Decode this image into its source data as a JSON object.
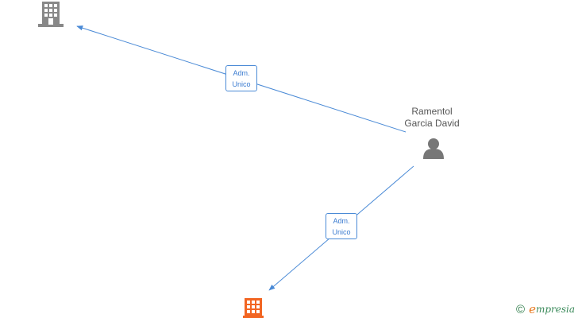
{
  "nodes": {
    "person": {
      "name_line1": "Ramentol",
      "name_line2": "Garcia David"
    },
    "company_top": {
      "icon": "building-icon",
      "color": "#888888"
    },
    "company_bottom": {
      "icon": "building-icon",
      "color": "#f26522"
    }
  },
  "edges": [
    {
      "from": "person",
      "to": "company_top",
      "label_line1": "Adm.",
      "label_line2": "Unico"
    },
    {
      "from": "person",
      "to": "company_bottom",
      "label_line1": "Adm.",
      "label_line2": "Unico"
    }
  ],
  "colors": {
    "edge": "#4a8ad6",
    "person_icon": "#777777"
  },
  "watermark": {
    "symbol": "©",
    "brand_initial": "e",
    "brand_rest": "mpresia"
  }
}
